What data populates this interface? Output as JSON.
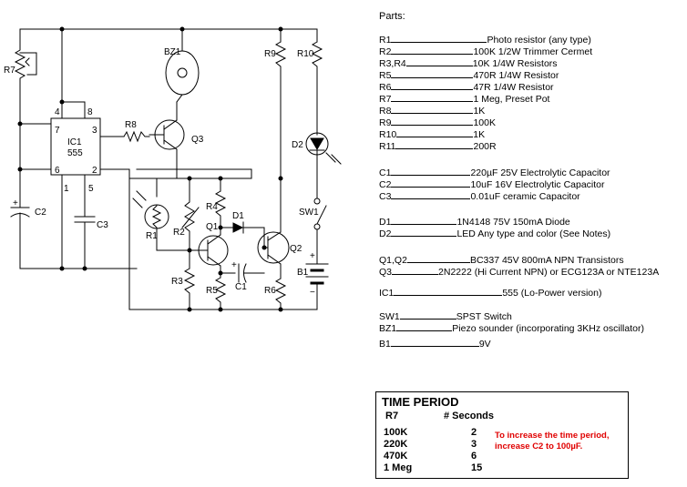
{
  "schematic": {
    "labels": {
      "r7": "R7",
      "bz1": "BZ1",
      "r8": "R8",
      "q3": "Q3",
      "ic1": "IC1",
      "ic_num": "555",
      "pin4": "4",
      "pin8": "8",
      "pin7": "7",
      "pin3": "3",
      "pin6": "6",
      "pin1": "1",
      "pin5": "5",
      "pin2": "2",
      "c2": "C2",
      "c3": "C3",
      "r1": "R1",
      "r2": "R2",
      "r3": "R3",
      "r4": "R4",
      "r5": "R5",
      "r6": "R6",
      "q1": "Q1",
      "q2": "Q2",
      "d1": "D1",
      "d2": "D2",
      "c1": "C1",
      "r9": "R9",
      "r10": "R10",
      "sw1": "SW1",
      "b1": "B1",
      "plus": "+",
      "minus": "−",
      "c2plus": "+",
      "c1plus": "+"
    }
  },
  "parts": {
    "title": "Parts:",
    "items": [
      {
        "ref": "R1",
        "desc": "Photo resistor (any type)"
      },
      {
        "ref": "R2",
        "desc": "100K  1/2W Trimmer Cermet"
      },
      {
        "ref": "R3,R4",
        "desc": "10K  1/4W Resistors"
      },
      {
        "ref": "R5",
        "desc": "470R  1/4W Resistor"
      },
      {
        "ref": "R6",
        "desc": "47R  1/4W Resistor"
      },
      {
        "ref": "R7",
        "desc": "1 Meg, Preset Pot"
      },
      {
        "ref": "R8",
        "desc": "1K"
      },
      {
        "ref": "R9",
        "desc": "100K"
      },
      {
        "ref": "R10",
        "desc": "1K"
      },
      {
        "ref": "R11",
        "desc": "200R"
      },
      {
        "ref": "C1",
        "desc": "220µF  25V Electrolytic Capacitor"
      },
      {
        "ref": "C2",
        "desc": "10uF  16V Electrolytic Capacitor"
      },
      {
        "ref": "C3",
        "desc": "0.01uF    ceramic Capacitor"
      },
      {
        "ref": "D1",
        "desc": "1N4148   75V 150mA Diode"
      },
      {
        "ref": "D2",
        "desc": "LED    Any type and color (See Notes)"
      },
      {
        "ref": "Q1,Q2",
        "desc": "BC337   45V 800mA NPN Transistors"
      },
      {
        "ref": "Q3",
        "desc": "2N2222 (Hi Current NPN) or ECG123A or NTE123A"
      },
      {
        "ref": "IC1",
        "desc": "555 (Lo-Power version)"
      },
      {
        "ref": "SW1",
        "desc": "SPST Switch"
      },
      {
        "ref": "BZ1",
        "desc": "Piezo sounder (incorporating 3KHz oscillator)"
      },
      {
        "ref": "B1",
        "desc": "9V"
      }
    ]
  },
  "time_period": {
    "title": "TIME PERIOD",
    "col1": "R7",
    "col2": "# Seconds",
    "rows": [
      {
        "r7": "100K",
        "sec": "2"
      },
      {
        "r7": "220K",
        "sec": "3"
      },
      {
        "r7": "470K",
        "sec": "6"
      },
      {
        "r7": "1 Meg",
        "sec": "15"
      }
    ],
    "note_line1": "To increase the time period,",
    "note_line2": "increase C2 to 100µF."
  }
}
